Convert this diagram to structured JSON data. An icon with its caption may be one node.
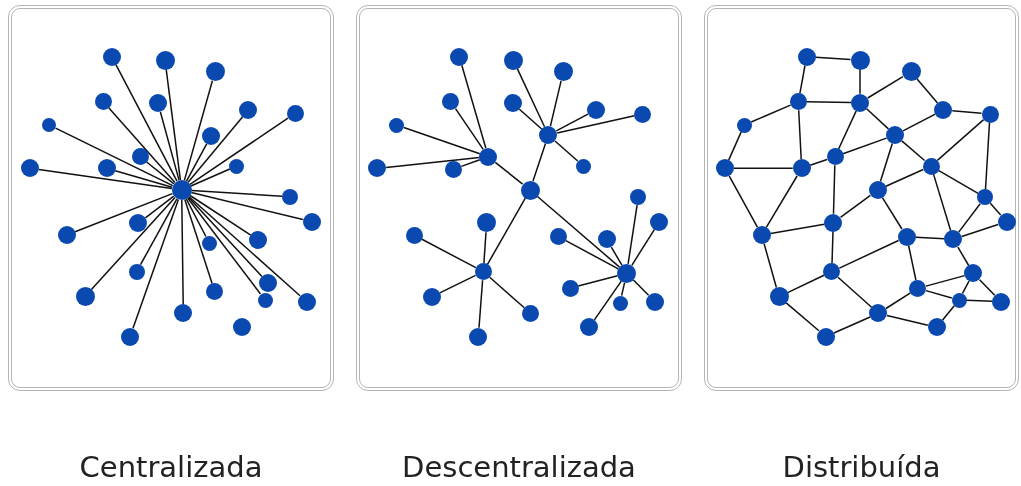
{
  "diagram": {
    "nodes": [
      {
        "text": [
          "Centralizada"
        ]
      },
      {
        "text": [],
        "shape": "circle",
        "in": 0
      },
      {
        "text": [],
        "shape": "circle",
        "in": 0
      },
      {
        "text": [],
        "shape": "circle",
        "in": 0
      },
      {
        "text": [],
        "shape": "circle",
        "in": 0
      },
      {
        "text": [],
        "shape": "circle",
        "in": 0
      },
      {
        "text": [],
        "shape": "circle",
        "in": 0
      },
      {
        "text": [],
        "shape": "circle",
        "in": 0
      },
      {
        "text": [],
        "shape": "circle",
        "in": 0
      },
      {
        "text": [],
        "shape": "circle",
        "in": 0
      },
      {
        "text": [],
        "shape": "circle",
        "in": 0
      },
      {
        "text": [],
        "shape": "circle",
        "in": 0
      },
      {
        "text": [],
        "shape": "circle",
        "in": 0
      },
      {
        "text": [],
        "shape": "circle",
        "in": 0
      },
      {
        "text": [],
        "shape": "circle",
        "in": 0
      },
      {
        "text": [],
        "shape": "circle",
        "in": 0
      },
      {
        "text": [],
        "shape": "circle",
        "in": 0
      },
      {
        "text": [],
        "shape": "circle",
        "in": 0
      },
      {
        "text": [],
        "shape": "circle",
        "in": 0
      },
      {
        "text": [],
        "shape": "circle",
        "in": 0
      },
      {
        "text": [],
        "shape": "circle",
        "in": 0
      },
      {
        "text": [],
        "shape": "circle",
        "in": 0
      },
      {
        "text": [],
        "shape": "circle",
        "in": 0
      },
      {
        "text": [],
        "shape": "circle",
        "in": 0
      },
      {
        "text": [],
        "shape": "circle",
        "in": 0
      },
      {
        "text": [],
        "shape": "circle",
        "in": 0
      },
      {
        "text": [],
        "shape": "circle",
        "in": 0
      },
      {
        "text": [],
        "shape": "circle",
        "in": 0
      },
      {
        "text": [],
        "shape": "circle",
        "in": 0
      },
      {
        "text": [],
        "shape": "circle",
        "in": 0
      },
      {
        "text": [
          "Descentralizada"
        ]
      },
      {
        "text": [],
        "shape": "circle",
        "in": 30
      },
      {
        "text": [],
        "shape": "circle",
        "in": 30
      },
      {
        "text": [],
        "shape": "circle",
        "in": 30
      },
      {
        "text": [],
        "shape": "circle",
        "in": 30
      },
      {
        "text": [],
        "shape": "circle",
        "in": 30
      },
      {
        "text": [],
        "shape": "circle",
        "in": 30
      },
      {
        "text": [],
        "shape": "circle",
        "in": 30
      },
      {
        "text": [],
        "shape": "circle",
        "in": 30
      },
      {
        "text": [],
        "shape": "circle",
        "in": 30
      },
      {
        "text": [],
        "shape": "circle",
        "in": 30
      },
      {
        "text": [],
        "shape": "circle",
        "in": 30
      },
      {
        "text": [],
        "shape": "circle",
        "in": 30
      },
      {
        "text": [],
        "shape": "circle",
        "in": 30
      },
      {
        "text": [],
        "shape": "circle",
        "in": 30
      },
      {
        "text": [],
        "shape": "circle",
        "in": 30
      },
      {
        "text": [],
        "shape": "circle",
        "in": 30
      },
      {
        "text": [],
        "shape": "circle",
        "in": 30
      },
      {
        "text": [],
        "shape": "circle",
        "in": 30
      },
      {
        "text": [],
        "shape": "circle",
        "in": 30
      },
      {
        "text": [],
        "shape": "circle",
        "in": 30
      },
      {
        "text": [],
        "shape": "circle",
        "in": 30
      },
      {
        "text": [],
        "shape": "circle",
        "in": 30
      },
      {
        "text": [],
        "shape": "circle",
        "in": 30
      },
      {
        "text": [],
        "shape": "circle",
        "in": 30
      },
      {
        "text": [],
        "shape": "circle",
        "in": 30
      },
      {
        "text": [],
        "shape": "circle",
        "in": 30
      },
      {
        "text": [],
        "shape": "circle",
        "in": 30
      },
      {
        "text": [],
        "shape": "circle",
        "in": 30
      },
      {
        "text": [],
        "shape": "circle",
        "in": 30
      },
      {
        "text": [
          "Distribuída"
        ]
      },
      {
        "text": [],
        "shape": "circle",
        "in": 60
      },
      {
        "text": [],
        "shape": "circle",
        "in": 60
      },
      {
        "text": [],
        "shape": "circle",
        "in": 60
      },
      {
        "text": [],
        "shape": "circle",
        "in": 60
      },
      {
        "text": [],
        "shape": "circle",
        "in": 60
      },
      {
        "text": [],
        "shape": "circle",
        "in": 60
      },
      {
        "text": [],
        "shape": "circle",
        "in": 60
      },
      {
        "text": [],
        "shape": "circle",
        "in": 60
      },
      {
        "text": [],
        "shape": "circle",
        "in": 60
      },
      {
        "text": [],
        "shape": "circle",
        "in": 60
      },
      {
        "text": [],
        "shape": "circle",
        "in": 60
      },
      {
        "text": [],
        "shape": "circle",
        "in": 60
      },
      {
        "text": [],
        "shape": "circle",
        "in": 60
      },
      {
        "text": [],
        "shape": "circle",
        "in": 60
      },
      {
        "text": [],
        "shape": "circle",
        "in": 60
      },
      {
        "text": [],
        "shape": "circle",
        "in": 60
      },
      {
        "text": [],
        "shape": "circle",
        "in": 60
      },
      {
        "text": [],
        "shape": "circle",
        "in": 60
      },
      {
        "text": [],
        "shape": "circle",
        "in": 60
      },
      {
        "text": [],
        "shape": "circle",
        "in": 60
      },
      {
        "text": [],
        "shape": "circle",
        "in": 60
      },
      {
        "text": [],
        "shape": "circle",
        "in": 60
      },
      {
        "text": [],
        "shape": "circle",
        "in": 60
      },
      {
        "text": [],
        "shape": "circle",
        "in": 60
      },
      {
        "text": [],
        "shape": "circle",
        "in": 60
      },
      {
        "text": [],
        "shape": "circle",
        "in": 60
      },
      {
        "text": [],
        "shape": "circle",
        "in": 60
      },
      {
        "text": [],
        "shape": "circle",
        "in": 60
      },
      {
        "text": [],
        "shape": "circle",
        "in": 60
      }
    ],
    "edges": [
      {
        "from": 1,
        "to": 2,
        "arrow": "none"
      },
      {
        "from": 1,
        "to": 3,
        "arrow": "none"
      },
      {
        "from": 1,
        "to": 4,
        "arrow": "none"
      },
      {
        "from": 1,
        "to": 5,
        "arrow": "none"
      },
      {
        "from": 1,
        "to": 6,
        "arrow": "none"
      },
      {
        "from": 1,
        "to": 7,
        "arrow": "none"
      },
      {
        "from": 1,
        "to": 8,
        "arrow": "none"
      },
      {
        "from": 1,
        "to": 9,
        "arrow": "none"
      },
      {
        "from": 1,
        "to": 10,
        "arrow": "none"
      },
      {
        "from": 1,
        "to": 11,
        "arrow": "none"
      },
      {
        "from": 1,
        "to": 12,
        "arrow": "none"
      },
      {
        "from": 1,
        "to": 13,
        "arrow": "none"
      },
      {
        "from": 1,
        "to": 14,
        "arrow": "none"
      },
      {
        "from": 1,
        "to": 15,
        "arrow": "none"
      },
      {
        "from": 1,
        "to": 16,
        "arrow": "none"
      },
      {
        "from": 1,
        "to": 17,
        "arrow": "none"
      },
      {
        "from": 1,
        "to": 18,
        "arrow": "none"
      },
      {
        "from": 1,
        "to": 19,
        "arrow": "none"
      },
      {
        "from": 1,
        "to": 20,
        "arrow": "none"
      },
      {
        "from": 1,
        "to": 21,
        "arrow": "none"
      },
      {
        "from": 1,
        "to": 22,
        "arrow": "none"
      },
      {
        "from": 1,
        "to": 23,
        "arrow": "none"
      },
      {
        "from": 1,
        "to": 24,
        "arrow": "none"
      },
      {
        "from": 1,
        "to": 25,
        "arrow": "none"
      },
      {
        "from": 1,
        "to": 26,
        "arrow": "none"
      },
      {
        "from": 1,
        "to": 27,
        "arrow": "none"
      },
      {
        "from": 1,
        "to": 29,
        "arrow": "none"
      },
      {
        "from": 31,
        "to": 32,
        "arrow": "none"
      },
      {
        "from": 31,
        "to": 33,
        "arrow": "none"
      },
      {
        "from": 31,
        "to": 34,
        "arrow": "none"
      },
      {
        "from": 31,
        "to": 35,
        "arrow": "none"
      },
      {
        "from": 32,
        "to": 36,
        "arrow": "none"
      },
      {
        "from": 32,
        "to": 37,
        "arrow": "none"
      },
      {
        "from": 32,
        "to": 38,
        "arrow": "none"
      },
      {
        "from": 32,
        "to": 39,
        "arrow": "none"
      },
      {
        "from": 32,
        "to": 40,
        "arrow": "none"
      },
      {
        "from": 33,
        "to": 41,
        "arrow": "none"
      },
      {
        "from": 33,
        "to": 42,
        "arrow": "none"
      },
      {
        "from": 33,
        "to": 43,
        "arrow": "none"
      },
      {
        "from": 33,
        "to": 44,
        "arrow": "none"
      },
      {
        "from": 33,
        "to": 45,
        "arrow": "none"
      },
      {
        "from": 33,
        "to": 46,
        "arrow": "none"
      },
      {
        "from": 34,
        "to": 47,
        "arrow": "none"
      },
      {
        "from": 34,
        "to": 48,
        "arrow": "none"
      },
      {
        "from": 34,
        "to": 49,
        "arrow": "none"
      },
      {
        "from": 34,
        "to": 50,
        "arrow": "none"
      },
      {
        "from": 34,
        "to": 51,
        "arrow": "none"
      },
      {
        "from": 35,
        "to": 52,
        "arrow": "none"
      },
      {
        "from": 35,
        "to": 53,
        "arrow": "none"
      },
      {
        "from": 35,
        "to": 54,
        "arrow": "none"
      },
      {
        "from": 35,
        "to": 55,
        "arrow": "none"
      },
      {
        "from": 35,
        "to": 56,
        "arrow": "none"
      },
      {
        "from": 35,
        "to": 57,
        "arrow": "none"
      },
      {
        "from": 35,
        "to": 58,
        "arrow": "none"
      },
      {
        "from": 35,
        "to": 59,
        "arrow": "none"
      },
      {
        "from": 61,
        "to": 62,
        "arrow": "none"
      },
      {
        "from": 61,
        "to": 63,
        "arrow": "none"
      },
      {
        "from": 62,
        "to": 64,
        "arrow": "none"
      },
      {
        "from": 63,
        "to": 64,
        "arrow": "none"
      },
      {
        "from": 63,
        "to": 66,
        "arrow": "none"
      },
      {
        "from": 63,
        "to": 72,
        "arrow": "none"
      },
      {
        "from": 64,
        "to": 65,
        "arrow": "none"
      },
      {
        "from": 64,
        "to": 70,
        "arrow": "none"
      },
      {
        "from": 64,
        "to": 69,
        "arrow": "none"
      },
      {
        "from": 65,
        "to": 67,
        "arrow": "none"
      },
      {
        "from": 67,
        "to": 68,
        "arrow": "none"
      },
      {
        "from": 67,
        "to": 69,
        "arrow": "none"
      },
      {
        "from": 66,
        "to": 71,
        "arrow": "none"
      },
      {
        "from": 71,
        "to": 72,
        "arrow": "none"
      },
      {
        "from": 71,
        "to": 78,
        "arrow": "none"
      },
      {
        "from": 72,
        "to": 78,
        "arrow": "none"
      },
      {
        "from": 72,
        "to": 70,
        "arrow": "none"
      },
      {
        "from": 70,
        "to": 69,
        "arrow": "none"
      },
      {
        "from": 70,
        "to": 77,
        "arrow": "none"
      },
      {
        "from": 69,
        "to": 74,
        "arrow": "none"
      },
      {
        "from": 69,
        "to": 73,
        "arrow": "none"
      },
      {
        "from": 73,
        "to": 68,
        "arrow": "none"
      },
      {
        "from": 68,
        "to": 75,
        "arrow": "none"
      },
      {
        "from": 73,
        "to": 74,
        "arrow": "none"
      },
      {
        "from": 73,
        "to": 75,
        "arrow": "none"
      },
      {
        "from": 73,
        "to": 80,
        "arrow": "none"
      },
      {
        "from": 74,
        "to": 77,
        "arrow": "none"
      },
      {
        "from": 74,
        "to": 79,
        "arrow": "none"
      },
      {
        "from": 75,
        "to": 80,
        "arrow": "none"
      },
      {
        "from": 75,
        "to": 76,
        "arrow": "none"
      },
      {
        "from": 76,
        "to": 80,
        "arrow": "none"
      },
      {
        "from": 79,
        "to": 80,
        "arrow": "none"
      },
      {
        "from": 80,
        "to": 82,
        "arrow": "none"
      },
      {
        "from": 77,
        "to": 78,
        "arrow": "none"
      },
      {
        "from": 77,
        "to": 81,
        "arrow": "none"
      },
      {
        "from": 78,
        "to": 83,
        "arrow": "none"
      },
      {
        "from": 81,
        "to": 79,
        "arrow": "none"
      },
      {
        "from": 81,
        "to": 83,
        "arrow": "none"
      },
      {
        "from": 81,
        "to": 87,
        "arrow": "none"
      },
      {
        "from": 79,
        "to": 84,
        "arrow": "none"
      },
      {
        "from": 84,
        "to": 82,
        "arrow": "none"
      },
      {
        "from": 84,
        "to": 85,
        "arrow": "none"
      },
      {
        "from": 82,
        "to": 85,
        "arrow": "none"
      },
      {
        "from": 82,
        "to": 86,
        "arrow": "none"
      },
      {
        "from": 85,
        "to": 86,
        "arrow": "none"
      },
      {
        "from": 85,
        "to": 88,
        "arrow": "none"
      },
      {
        "from": 87,
        "to": 84,
        "arrow": "none"
      },
      {
        "from": 87,
        "to": 88,
        "arrow": "none"
      },
      {
        "from": 83,
        "to": 89,
        "arrow": "none"
      },
      {
        "from": 89,
        "to": 87,
        "arrow": "none"
      }
    ]
  }
}
